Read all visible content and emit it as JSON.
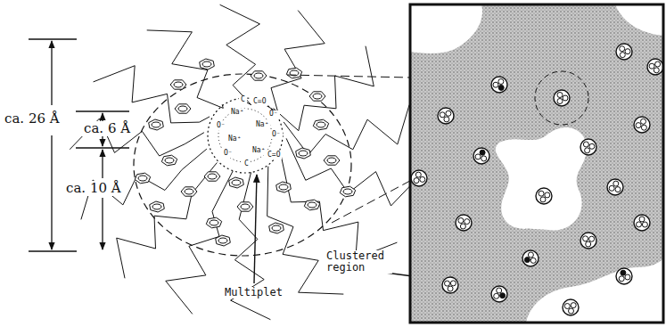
{
  "diagram": {
    "labels": [
      "ca. 26 Å",
      "ca. 6 Å",
      "ca. 10 Å",
      "Multiplet",
      "Clustered region",
      "Na⁺",
      "Na⁺",
      "Na⁺",
      "Na⁺",
      "C=O",
      "C=O",
      "O⁻",
      "O⁻",
      "O⁻",
      "O⁻",
      "C",
      "C"
    ]
  }
}
